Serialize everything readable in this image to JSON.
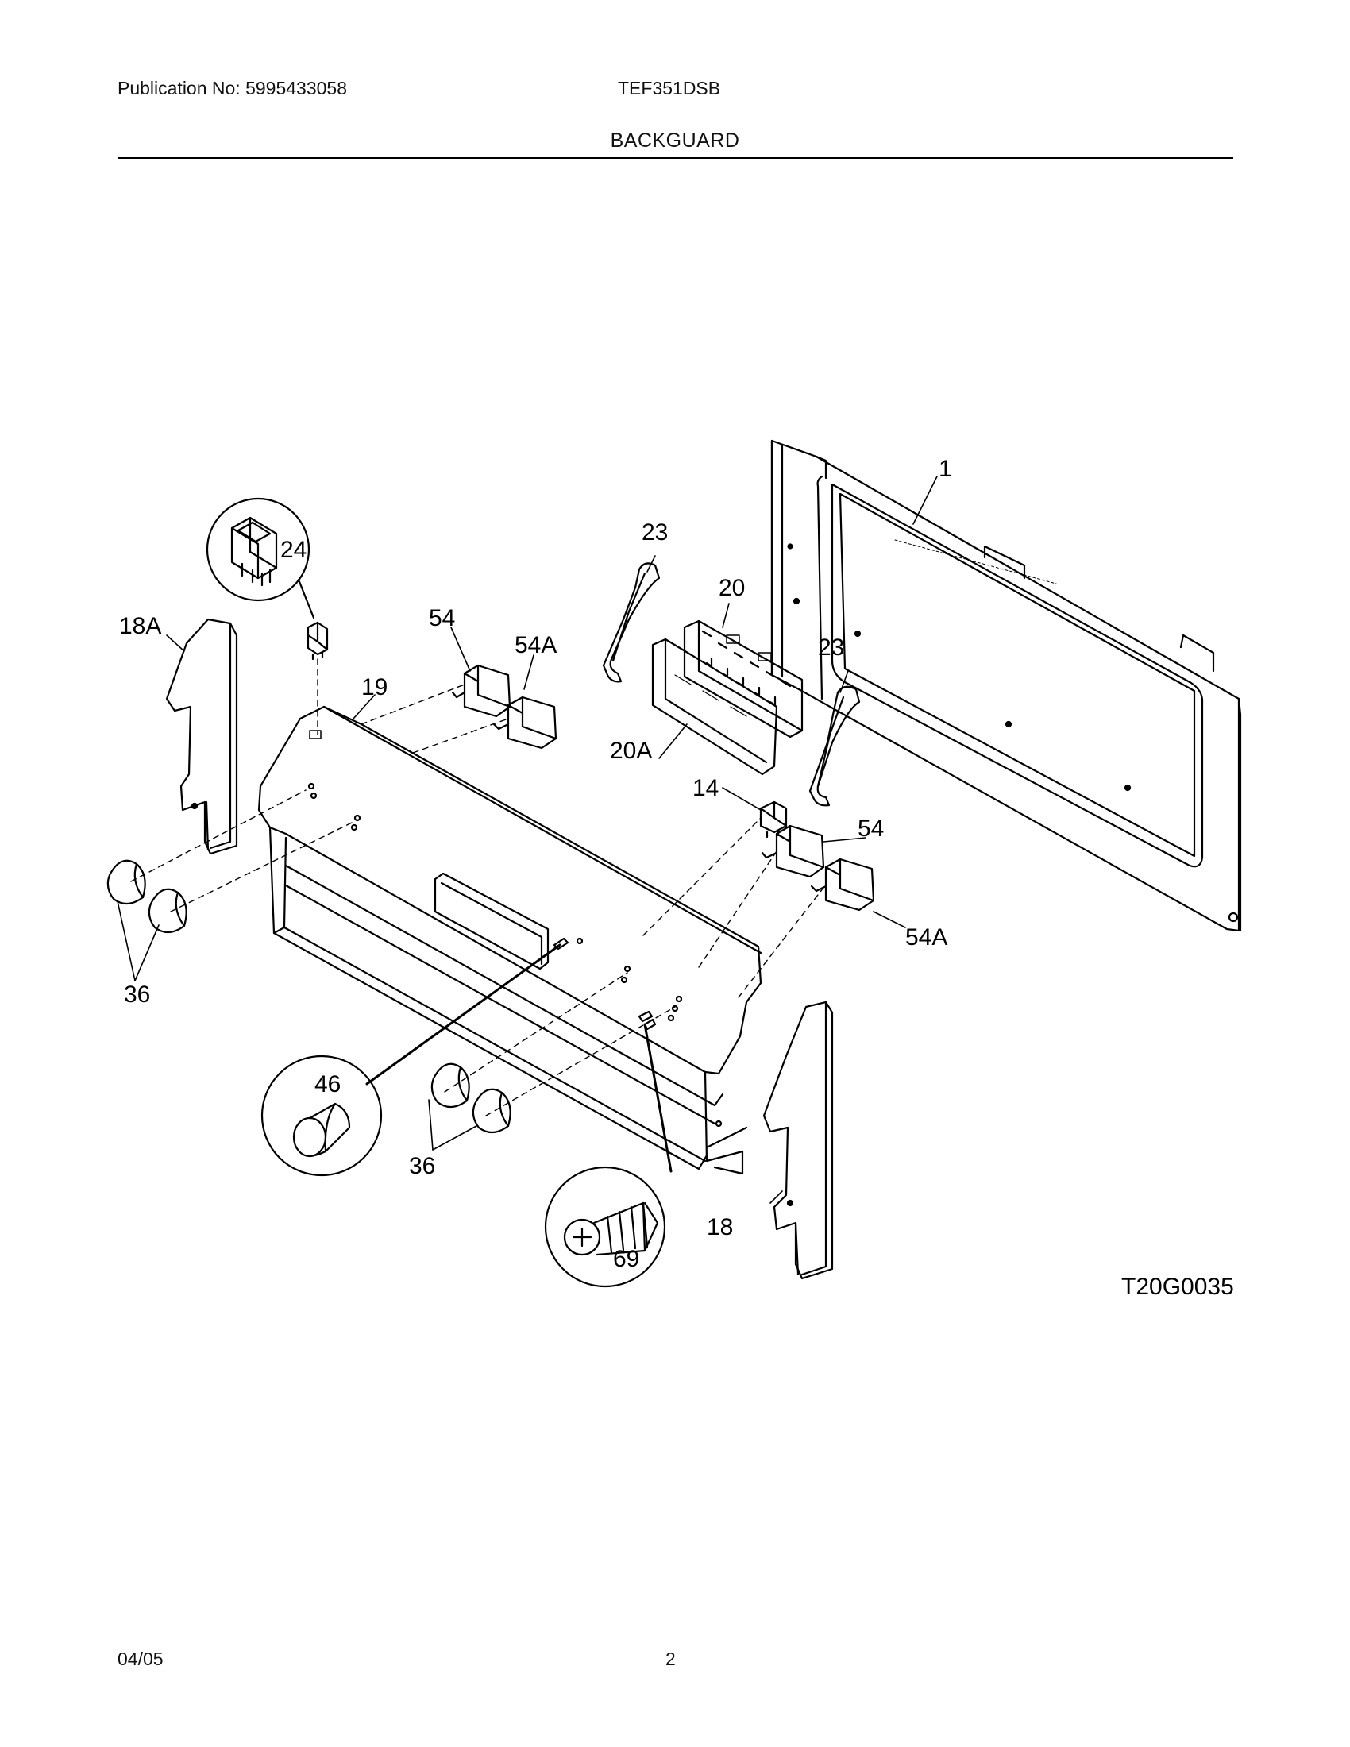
{
  "header": {
    "publication": "Publication No: 5995433058",
    "model": "TEF351DSB",
    "section_title": "BACKGUARD"
  },
  "diagram": {
    "figure_code": "T20G0035",
    "callouts": {
      "p1": "1",
      "p14": "14",
      "p18": "18",
      "p18a": "18A",
      "p19": "19",
      "p20": "20",
      "p20a": "20A",
      "p23a": "23",
      "p23b": "23",
      "p24": "24",
      "p36a": "36",
      "p36b": "36",
      "p46": "46",
      "p54a": "54",
      "p54b": "54",
      "p54a_a": "54A",
      "p54a_b": "54A",
      "p69": "69"
    }
  },
  "footer": {
    "date": "04/05",
    "page": "2"
  }
}
